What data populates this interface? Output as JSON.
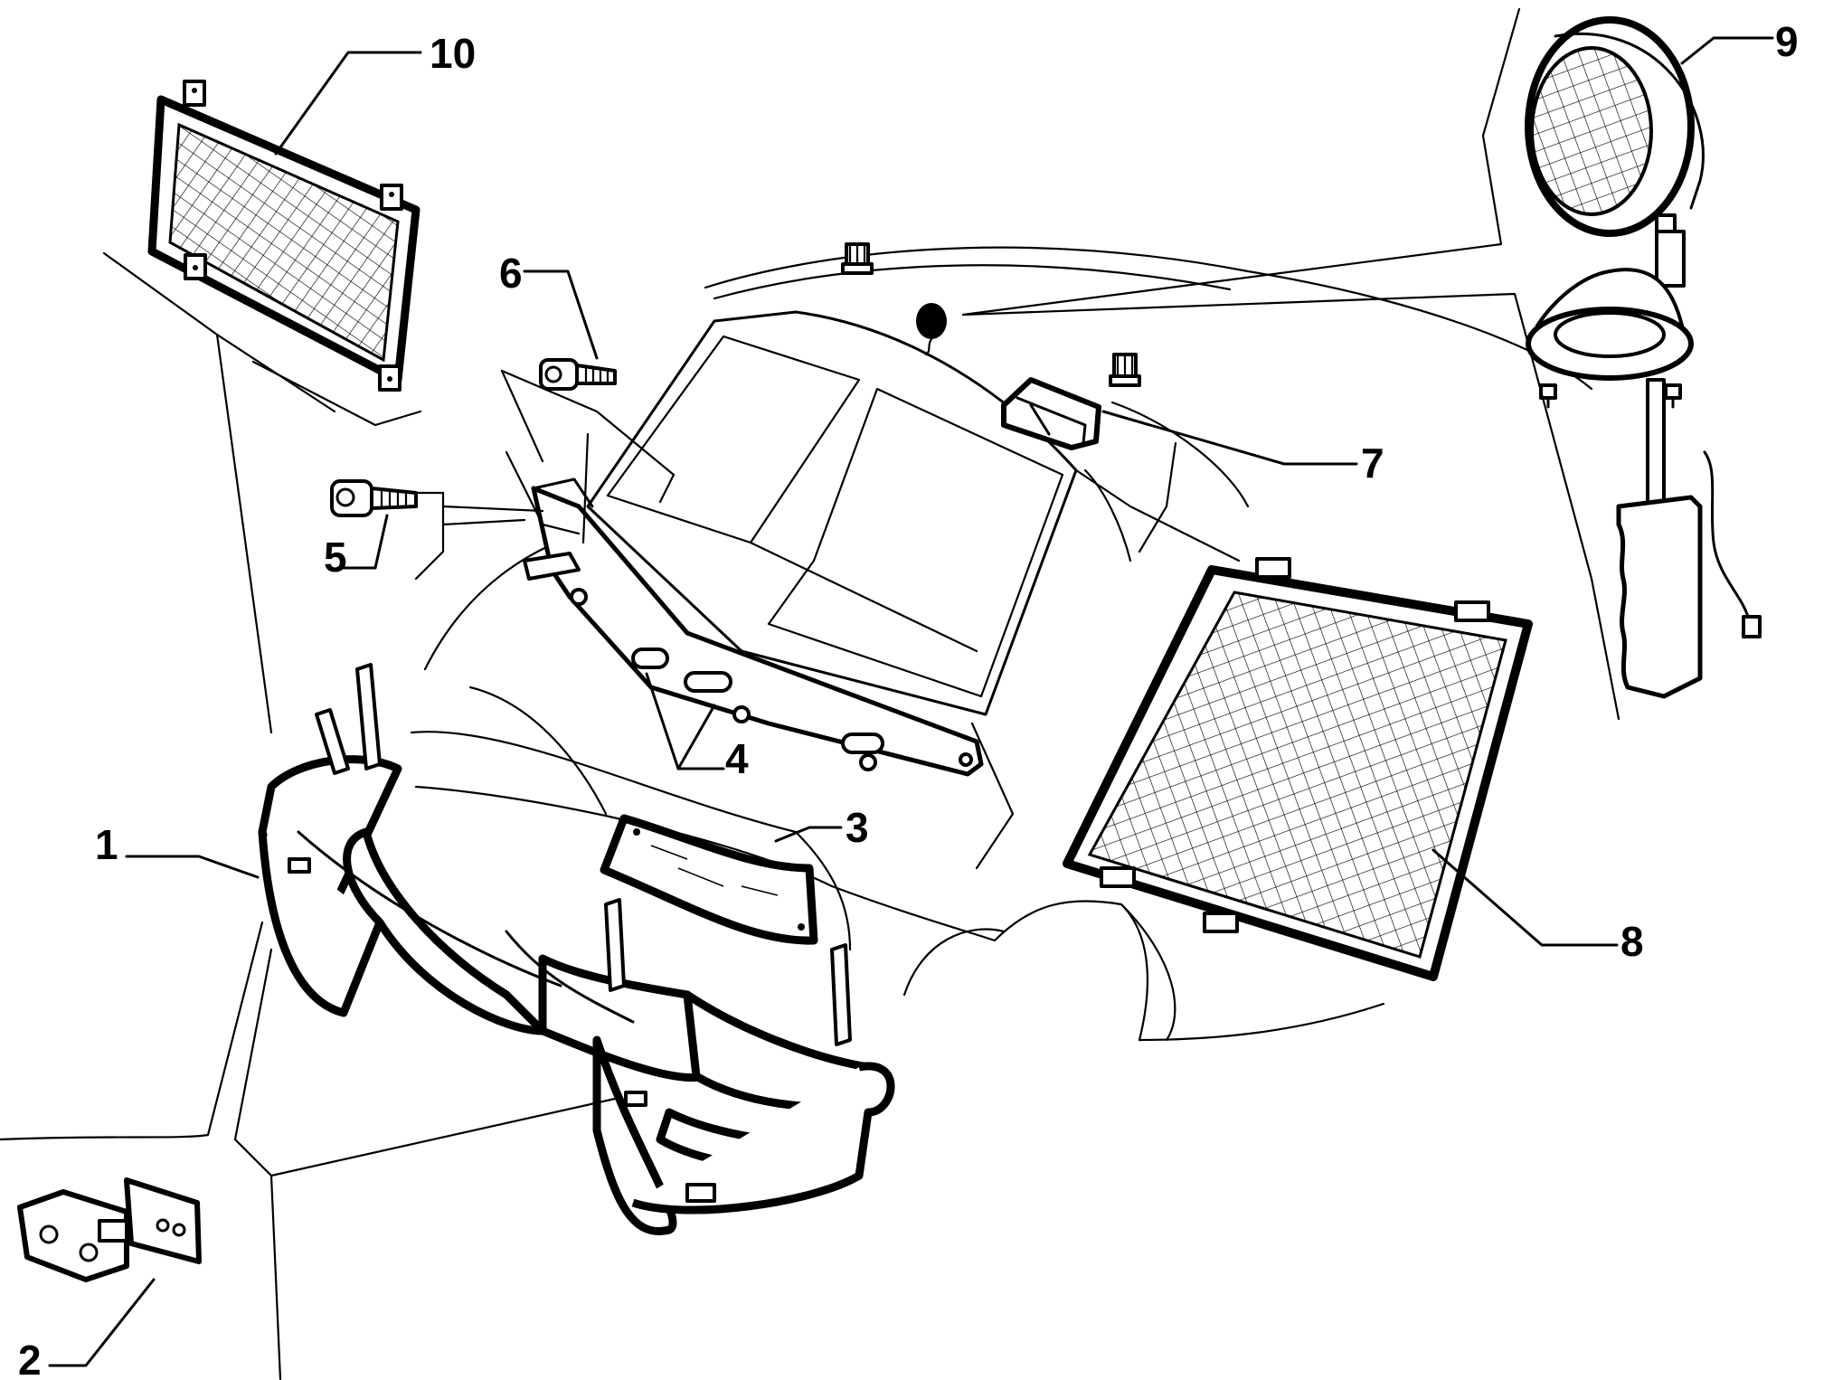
{
  "diagram": {
    "type": "exploded-parts-diagram",
    "callouts": [
      {
        "id": "1",
        "label": "1"
      },
      {
        "id": "2",
        "label": "2"
      },
      {
        "id": "3",
        "label": "3"
      },
      {
        "id": "4",
        "label": "4"
      },
      {
        "id": "5",
        "label": "5"
      },
      {
        "id": "6",
        "label": "6"
      },
      {
        "id": "7",
        "label": "7"
      },
      {
        "id": "8",
        "label": "8"
      },
      {
        "id": "9",
        "label": "9"
      },
      {
        "id": "10",
        "label": "10"
      }
    ],
    "parts": [
      {
        "callout": "1",
        "icon": "bumper-guard-frame-icon"
      },
      {
        "callout": "2",
        "icon": "mounting-bracket-icon"
      },
      {
        "callout": "3",
        "icon": "headlamp-protective-screen-icon"
      },
      {
        "callout": "4",
        "icon": "washer-nozzle-icon"
      },
      {
        "callout": "5",
        "icon": "bolt-icon"
      },
      {
        "callout": "6",
        "icon": "bolt-icon"
      },
      {
        "callout": "7",
        "icon": "mount-bracket-icon"
      },
      {
        "callout": "8",
        "icon": "side-window-guard-icon"
      },
      {
        "callout": "9",
        "icon": "spotlight-lamp-icon"
      },
      {
        "callout": "10",
        "icon": "rear-window-guard-icon"
      }
    ]
  }
}
